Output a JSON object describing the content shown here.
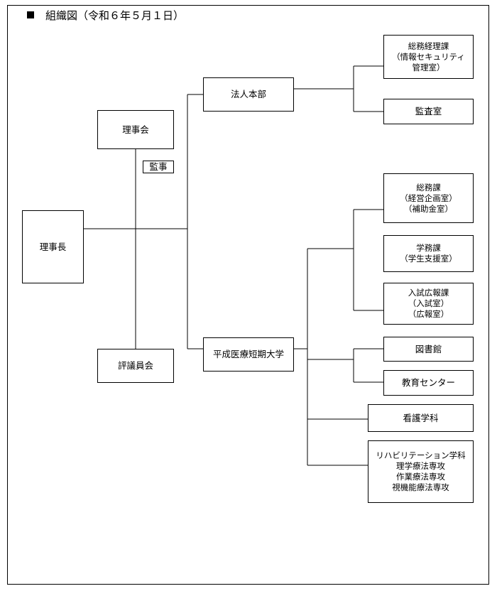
{
  "title": "組織図（令和６年５月１日）",
  "nodes": {
    "rijicho": [
      "理事長"
    ],
    "rijikai": [
      "理事会"
    ],
    "kanji": [
      "監事"
    ],
    "hyogiinkai": [
      "評議員会"
    ],
    "hojin_honbu": [
      "法人本部"
    ],
    "soumu_keiri": [
      "総務経理課",
      "（情報セキュリティ",
      "管理室）"
    ],
    "kansa": [
      "監査室"
    ],
    "daigaku": [
      "平成医療短期大学"
    ],
    "soumu": [
      "総務課",
      "（経営企画室）",
      "（補助金室）"
    ],
    "gakumu": [
      "学務課",
      "（学生支援室）"
    ],
    "nyushi": [
      "入試広報課",
      "（入試室）",
      "（広報室）"
    ],
    "toshokan": [
      "図書館"
    ],
    "kyoiku": [
      "教育センター"
    ],
    "kango": [
      "看護学科"
    ],
    "riha": [
      "リハビリテーション学科",
      "理学療法専攻",
      "作業療法専攻",
      "視機能療法専攻"
    ]
  }
}
